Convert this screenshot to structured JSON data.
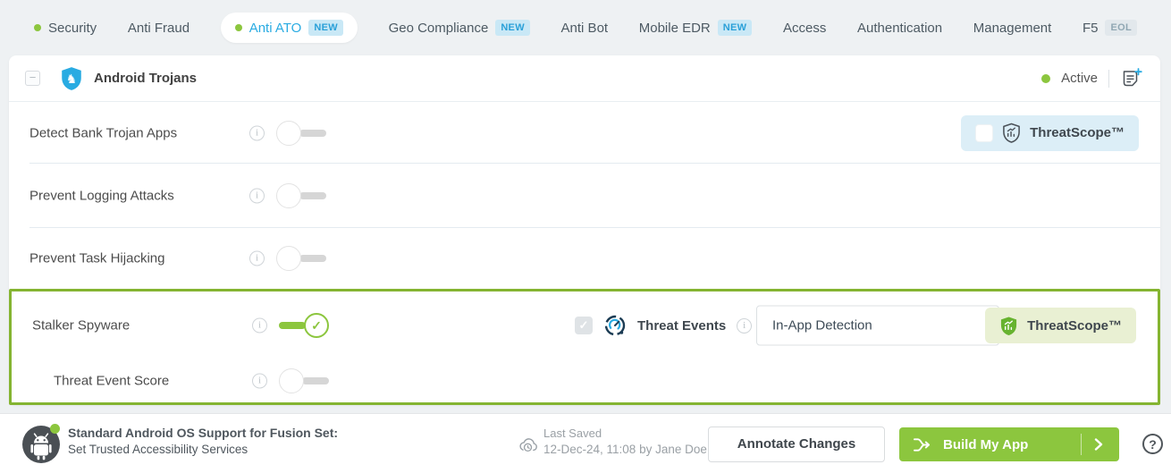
{
  "nav": {
    "tabs": [
      {
        "label": "Security",
        "dot": true
      },
      {
        "label": "Anti Fraud"
      },
      {
        "label": "Anti ATO",
        "badge": "NEW",
        "dot": true,
        "active": true
      },
      {
        "label": "Geo Compliance",
        "badge": "NEW"
      },
      {
        "label": "Anti Bot"
      },
      {
        "label": "Mobile EDR",
        "badge": "NEW"
      },
      {
        "label": "Access"
      },
      {
        "label": "Authentication"
      },
      {
        "label": "Management"
      },
      {
        "label": "F5",
        "badge": "EOL"
      }
    ]
  },
  "panel": {
    "collapse_glyph": "−",
    "title": "Android Trojans",
    "status_label": "Active",
    "rows": [
      {
        "label": "Detect Bank Trojan Apps",
        "toggle": "off"
      },
      {
        "label": "Prevent Logging Attacks",
        "toggle": "off"
      },
      {
        "label": "Prevent Task Hijacking",
        "toggle": "off"
      },
      {
        "label": "Stalker Spyware",
        "toggle": "on"
      },
      {
        "label": "Threat Event Score",
        "toggle": "off"
      }
    ],
    "toggle_on_glyph": "✓",
    "threatscope_blue": {
      "label": "ThreatScope™",
      "checked": false
    },
    "threat_events": {
      "label": "Threat Events",
      "checked": true,
      "check_glyph": "✓",
      "selected_option": "In-App Detection"
    },
    "threatscope_green": {
      "label": "ThreatScope™"
    }
  },
  "footer": {
    "fusion_title": "Standard Android OS Support for Fusion Set:",
    "fusion_subtitle": "Set Trusted Accessibility Services",
    "last_saved_label": "Last Saved",
    "last_saved_value": "12-Dec-24, 11:08 by Jane Doe",
    "annotate_button": "Annotate Changes",
    "build_button": "Build My App",
    "help_glyph": "?"
  },
  "colors": {
    "accent_green": "#8cc63e",
    "accent_blue": "#29abe2",
    "highlight_border": "#84b431",
    "chip_blue_bg": "#dceef7",
    "chip_green_bg": "#e9f0d3",
    "page_bg": "#eef1f3"
  }
}
